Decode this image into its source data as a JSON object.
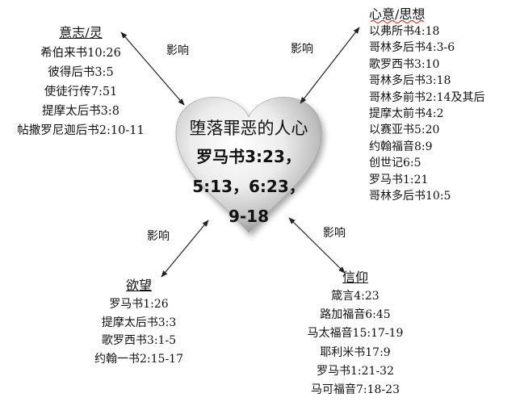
{
  "heart": {
    "title": "堕落罪恶的人心",
    "ref_line1": "罗马书3:23，",
    "ref_line2": "5:13，6:23，",
    "ref_line3": "9-18"
  },
  "influence_label": "影响",
  "groups": {
    "will_spirit": {
      "heading": "意志/灵",
      "items": [
        "希伯来书10:26",
        "彼得后书3:5",
        "使徒行传7:51",
        "提摩太后书3:8",
        "帖撒罗尼迦后书2:10-11"
      ]
    },
    "mind_thought": {
      "heading": "心意/思想",
      "items": [
        "以弗所书4:18",
        "哥林多后书4:3-6",
        "歌罗西书3:10",
        "哥林多后书3:18",
        "哥林多前书2:14及其后",
        "提摩太前书4:2",
        "以赛亚书5:20",
        "约翰福音8:9",
        "创世记6:5",
        "罗马书1:21",
        "哥林多后书10:5"
      ]
    },
    "desire": {
      "heading": "欲望",
      "items": [
        "罗马书1:26",
        "提摩太后书3:3",
        "歌罗西书3:1-5",
        "约翰一书2:15-17"
      ]
    },
    "faith": {
      "heading": "信仰",
      "items": [
        "箴言4:23",
        "路加福音6:45",
        "马太福音15:17-19",
        "耶利米书17:9",
        "罗马书1:21-32",
        "马可福音7:18-23"
      ]
    }
  },
  "colors": {
    "heart_light": "#f6f6f6",
    "heart_dark": "#8c8c8c",
    "underline_red": "#c0392b"
  }
}
